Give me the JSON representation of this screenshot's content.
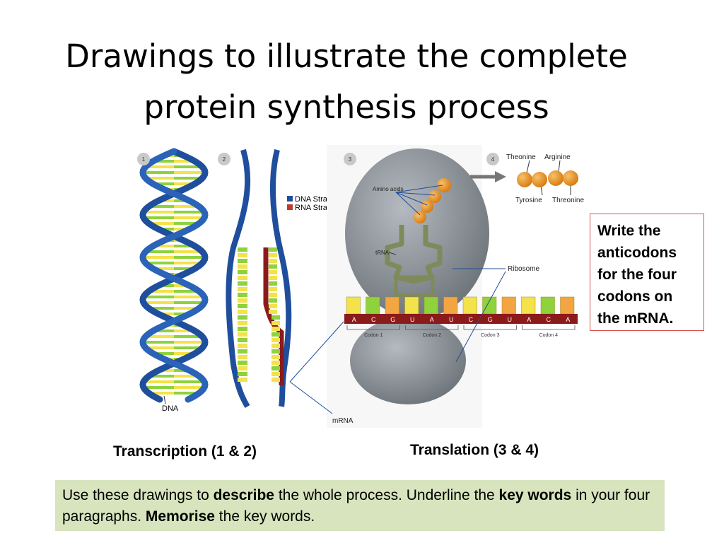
{
  "title": {
    "line1": "Drawings to illustrate the complete",
    "line2": "protein synthesis process"
  },
  "diagram": {
    "step_numbers": [
      "1",
      "2",
      "3",
      "4"
    ],
    "legend": [
      {
        "label": "DNA Strand",
        "color": "#1f4e9c"
      },
      {
        "label": "RNA Strand",
        "color": "#c0392b"
      }
    ],
    "labels": {
      "dna": "DNA",
      "mrna": "mRNA",
      "amino_acids": "Amino acids",
      "trna": "tRNA",
      "ribosome": "Ribosome"
    },
    "amino_acid_chain": {
      "top": [
        "Theonine",
        "Arginine"
      ],
      "bottom": [
        "Tyrosine",
        "Threonine"
      ]
    },
    "mrna_bases": [
      "A",
      "C",
      "G",
      "U",
      "A",
      "U",
      "C",
      "G",
      "U",
      "A",
      "C",
      "A"
    ],
    "codons": [
      "Codon 1",
      "Codon 2",
      "Codon 3",
      "Codon 4"
    ],
    "colors": {
      "dna_strand": "#1f4e9c",
      "rna_strand": "#8b1a1a",
      "base_yellow": "#f3e24a",
      "base_green": "#8ed23c",
      "ribosome": "#8f979e",
      "amino_acid": "#e8901a"
    }
  },
  "note": "Write the anticodons for the four codons on the mRNA.",
  "captions": {
    "transcription": "Transcription (1 & 2)",
    "translation": "Translation (3 & 4)"
  },
  "instruction": {
    "t1": "Use these drawings to ",
    "b1": "describe",
    "t2": " the whole process. Underline the ",
    "b2": "key words",
    "t3": " in your four paragraphs. ",
    "b3": "Memorise",
    "t4": " the key words."
  }
}
